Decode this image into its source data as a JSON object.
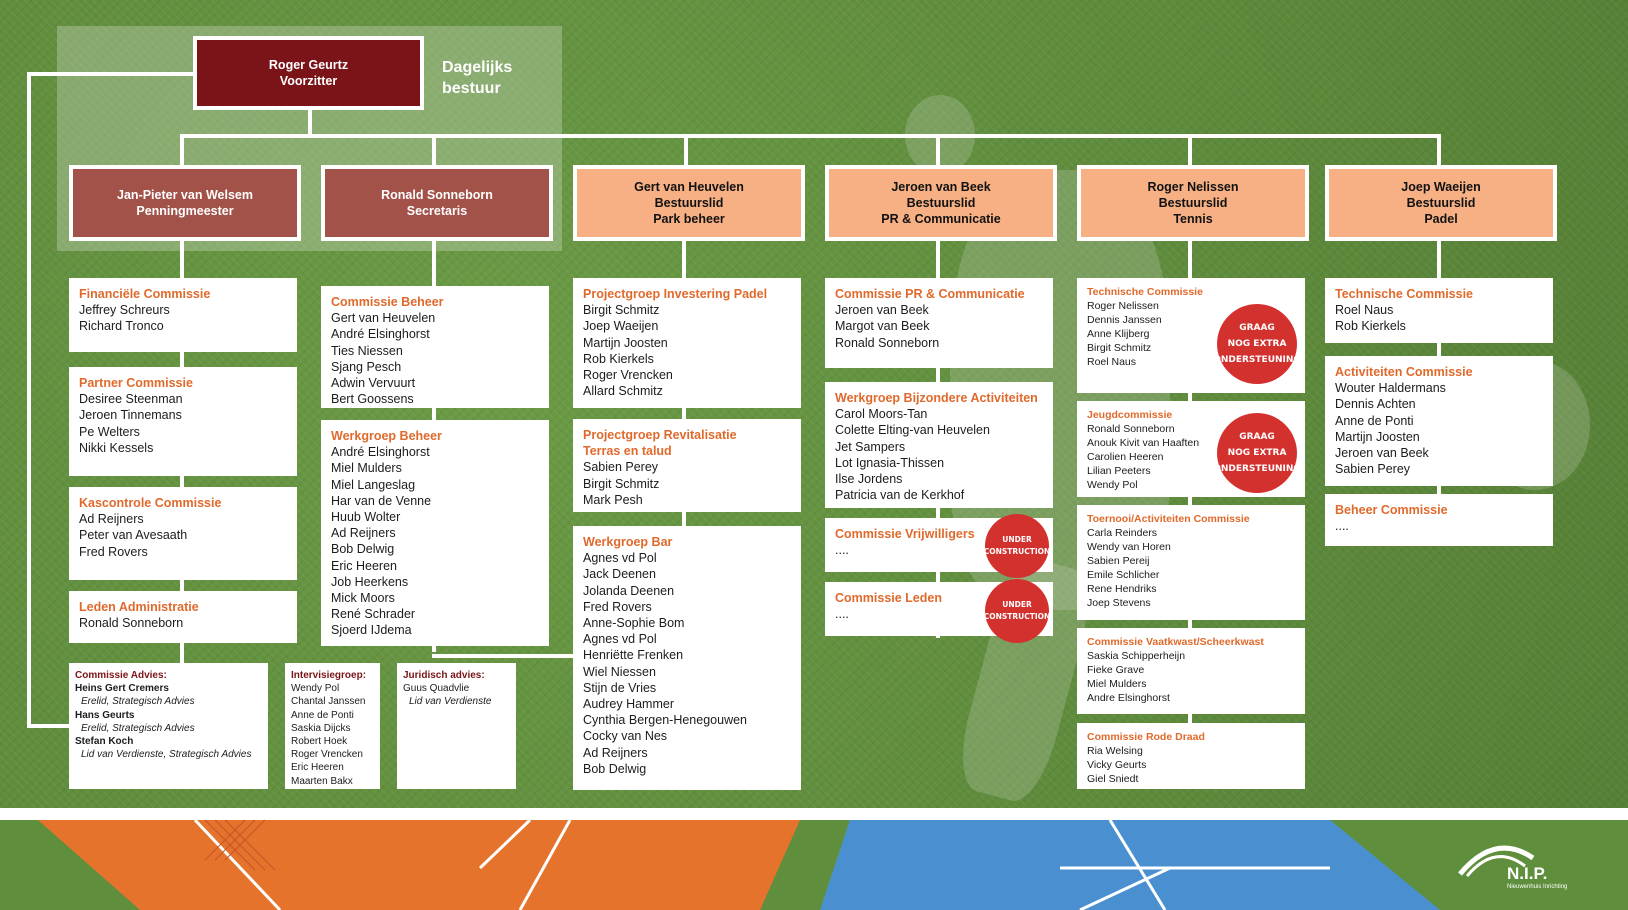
{
  "dagelijks_bestuur": "Dagelijks\nbestuur",
  "top": {
    "name": "Roger Geurtz",
    "role": "Voorzitter"
  },
  "heads": [
    {
      "name": "Jan-Pieter van Welsem",
      "role": "Penningmeester",
      "area": ""
    },
    {
      "name": "Ronald Sonneborn",
      "role": "Secretaris",
      "area": ""
    },
    {
      "name": "Gert van Heuvelen",
      "role": "Bestuurslid",
      "area": "Park beheer"
    },
    {
      "name": "Jeroen van Beek",
      "role": "Bestuurslid",
      "area": "PR & Communicatie"
    },
    {
      "name": "Roger Nelissen",
      "role": "Bestuurslid",
      "area": "Tennis"
    },
    {
      "name": "Joep Waeijen",
      "role": "Bestuurslid",
      "area": "Padel"
    }
  ],
  "columns": [
    [
      {
        "title": "Financiële Commissie",
        "members": [
          "Jeffrey Schreurs",
          "Richard Tronco"
        ]
      },
      {
        "title": "Partner Commissie",
        "members": [
          "Desiree Steenman",
          "Jeroen Tinnemans",
          "Pe Welters",
          "Nikki Kessels"
        ]
      },
      {
        "title": "Kascontrole Commissie",
        "members": [
          "Ad Reijners",
          "Peter van Avesaath",
          "Fred Rovers"
        ]
      },
      {
        "title": "Leden Administratie",
        "members": [
          "Ronald Sonneborn"
        ]
      }
    ],
    [
      {
        "title": "Commissie Beheer",
        "members": [
          "Gert van Heuvelen",
          "André Elsinghorst",
          "Ties Niessen",
          "Sjang Pesch",
          "Adwin Vervuurt",
          "Bert Goossens"
        ]
      },
      {
        "title": "Werkgroep Beheer",
        "members": [
          "André Elsinghorst",
          "Miel Mulders",
          "Miel Langeslag",
          "Har van de Venne",
          "Huub Wolter",
          "Ad Reijners",
          "Bob Delwig",
          "Eric Heeren",
          "Job Heerkens",
          "Mick Moors",
          "René Schrader",
          "Sjoerd IJdema"
        ]
      }
    ],
    [
      {
        "title": "Projectgroep Investering Padel",
        "members": [
          "Birgit Schmitz",
          "Joep Waeijen",
          "Martijn Joosten",
          "Rob Kierkels",
          "Roger Vrencken",
          "Allard Schmitz"
        ]
      },
      {
        "title": "Projectgroep Revitalisatie Terras en talud",
        "members": [
          "Sabien Perey",
          "Birgit Schmitz",
          "Mark Pesh"
        ]
      },
      {
        "title": "Werkgroep Bar",
        "members": [
          "Agnes vd Pol",
          "Jack Deenen",
          "Jolanda Deenen",
          "Fred Rovers",
          "Anne-Sophie Bom",
          "Agnes vd Pol",
          "Henriëtte Frenken",
          "Wiel Niessen",
          "Stijn de Vries",
          "Audrey Hammer",
          "Cynthia Bergen-Henegouwen",
          "Cocky van Nes",
          "Ad Reijners",
          "Bob Delwig"
        ]
      }
    ],
    [
      {
        "title": "Commissie PR & Communicatie",
        "members": [
          "Jeroen van Beek",
          "Margot van Beek",
          "Ronald Sonneborn"
        ]
      },
      {
        "title": "Werkgroep Bijzondere Activiteiten",
        "members": [
          "Carol Moors-Tan",
          "Colette Elting-van Heuvelen",
          "Jet Sampers",
          "Lot Ignasia-Thissen",
          "Ilse Jordens",
          "Patricia van de Kerkhof"
        ]
      },
      {
        "title": "Commissie Vrijwilligers",
        "members": [
          "...."
        ]
      },
      {
        "title": "Commissie Leden",
        "members": [
          "...."
        ]
      }
    ],
    [
      {
        "title": "Technische Commissie",
        "members": [
          "Roger Nelissen",
          "Dennis Janssen",
          "Anne Klijberg",
          "Birgit Schmitz",
          "Roel Naus"
        ]
      },
      {
        "title": "Jeugdcommissie",
        "members": [
          "Ronald Sonneborn",
          "Anouk Kivit van Haaften",
          "Carolien Heeren",
          "Lilian Peeters",
          "Wendy Pol"
        ]
      },
      {
        "title": "Toernooi/Activiteiten Commissie",
        "members": [
          "Carla Reinders",
          "Wendy van Horen",
          "Sabien Pereij",
          "Emile Schlicher",
          "Rene Hendriks",
          "Joep Stevens"
        ]
      },
      {
        "title": "Commissie Vaatkwast/Scheerkwast",
        "members": [
          "Saskia Schipperheijn",
          "Fieke Grave",
          "Miel Mulders",
          "Andre Elsinghorst"
        ]
      },
      {
        "title": "Commissie Rode Draad",
        "members": [
          "Ria Welsing",
          "Vicky Geurts",
          "Giel Sniedt"
        ]
      }
    ],
    [
      {
        "title": "Technische Commissie",
        "members": [
          "Roel Naus",
          "Rob Kierkels"
        ]
      },
      {
        "title": "Activiteiten Commissie",
        "members": [
          "Wouter Haldermans",
          "Dennis Achten",
          "Anne de Ponti",
          "Martijn Joosten",
          "Jeroen van Beek",
          "Sabien Perey"
        ]
      },
      {
        "title": "Beheer Commissie",
        "members": [
          "...."
        ]
      }
    ]
  ],
  "advies": {
    "title": "Commissie Advies:",
    "lines": [
      {
        "text": "Heins Gert Cremers",
        "style": "bold"
      },
      {
        "text": "Erelid, Strategisch Advies",
        "style": "italic"
      },
      {
        "text": "Hans Geurts",
        "style": "bold"
      },
      {
        "text": "Erelid, Strategisch Advies",
        "style": "italic"
      },
      {
        "text": "Stefan Koch",
        "style": "bold"
      },
      {
        "text": "Lid van Verdienste, Strategisch Advies",
        "style": "italic"
      }
    ]
  },
  "intervisie": {
    "title": "Intervisiegroep:",
    "members": [
      "Wendy Pol",
      "Chantal Janssen",
      "Anne de Ponti",
      "Saskia Dijcks",
      "Robert Hoek",
      "Roger Vrencken",
      "Eric Heeren",
      "Maarten Bakx"
    ]
  },
  "juridisch": {
    "title": "Juridisch advies:",
    "lines": [
      {
        "text": "Guus Quadvlie",
        "style": "normal"
      },
      {
        "text": "Lid van Verdienste",
        "style": "italic"
      }
    ]
  },
  "badges": {
    "extra": "GRAAG\nNOG EXTRA\nONDERSTEUNING",
    "construction": "UNDER\nCONSTRUCTION"
  },
  "logo": {
    "text": "N.I.P.",
    "sub": "Nieuwenhuis Inrichting"
  },
  "colors": {
    "accent": "#e06a2c",
    "dark_red": "#7a1418",
    "mid_red": "#a3524a",
    "light_orange": "#f6b084",
    "badge_red": "#d3312e",
    "grass": "#5f8f3d",
    "court_orange": "#e5732c",
    "court_blue": "#4a90d0"
  }
}
